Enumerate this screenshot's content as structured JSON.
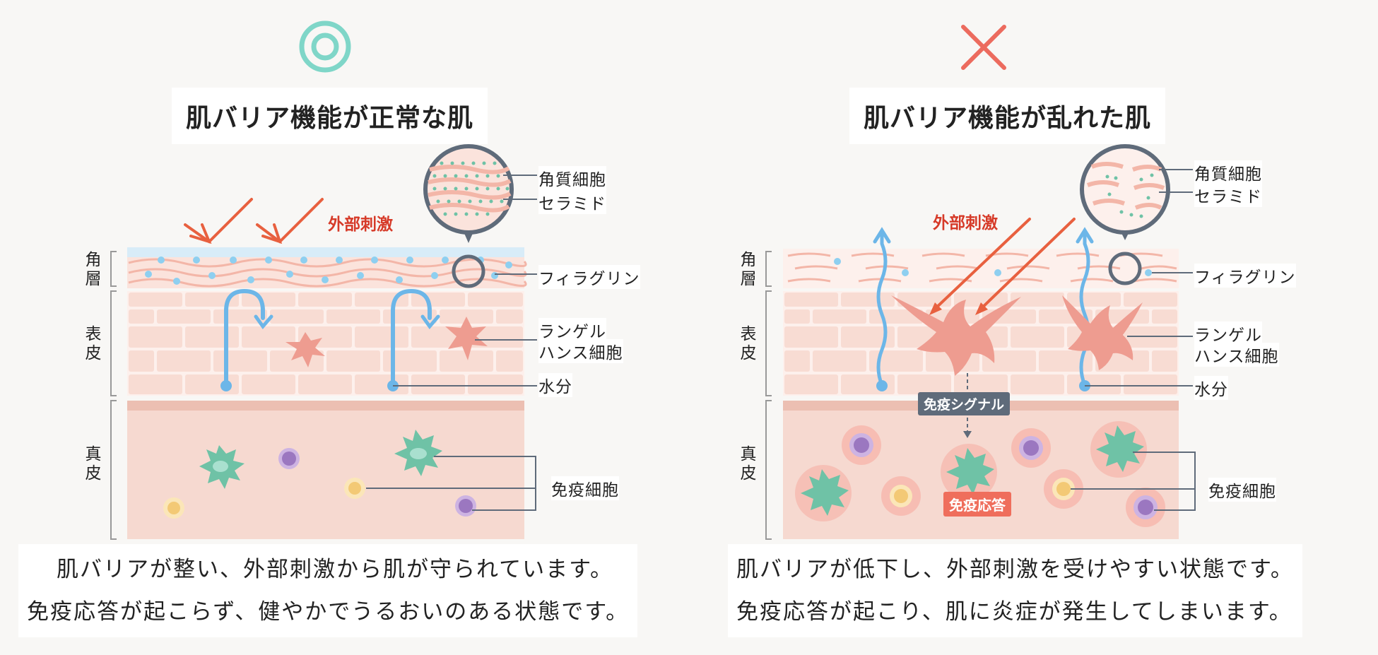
{
  "left": {
    "mark": "double-circle-mark",
    "title": "肌バリア機能が正常な肌",
    "stimulus_label": "外部刺激",
    "layers": {
      "stratum": "角層",
      "epidermis": "表皮",
      "dermis": "真皮"
    },
    "labels": {
      "corneocyte": "角質細胞",
      "ceramide": "セラミド",
      "filaggrin": "フィラグリン",
      "langerhans_line1": "ランゲル",
      "langerhans_line2": "ハンス細胞",
      "moisture": "水分",
      "immune_cell": "免疫細胞"
    },
    "caption_line1": "肌バリアが整い、外部刺激から肌が守られています。",
    "caption_line2": "免疫応答が起こらず、健やかでうるおいのある状態です。"
  },
  "right": {
    "mark": "cross-mark",
    "title": "肌バリア機能が乱れた肌",
    "stimulus_label": "外部刺激",
    "immune_signal": "免疫シグナル",
    "immune_response": "免疫応答",
    "layers": {
      "stratum": "角層",
      "epidermis": "表皮",
      "dermis": "真皮"
    },
    "labels": {
      "corneocyte": "角質細胞",
      "ceramide": "セラミド",
      "filaggrin": "フィラグリン",
      "langerhans_line1": "ランゲル",
      "langerhans_line2": "ハンス細胞",
      "moisture": "水分",
      "immune_cell": "免疫細胞"
    },
    "caption_line1": "肌バリアが低下し、外部刺激を受けやすい状態です。",
    "caption_line2": "免疫応答が起こり、肌に炎症が発生してしまいます。"
  },
  "colors": {
    "good_mark": "#7fd6c8",
    "bad_mark": "#ec6b5e",
    "stimulus": "#e8603f",
    "moisture": "#6cb6e8",
    "langerhans": "#ee9c90",
    "dermis": "#f6d9d0",
    "immune_green": "#6fc2a6",
    "immune_purple": "#9b77c0",
    "immune_yellow": "#f3c975",
    "signal_tag": "#5f6b7a",
    "response_tag": "#ef6e5c"
  }
}
